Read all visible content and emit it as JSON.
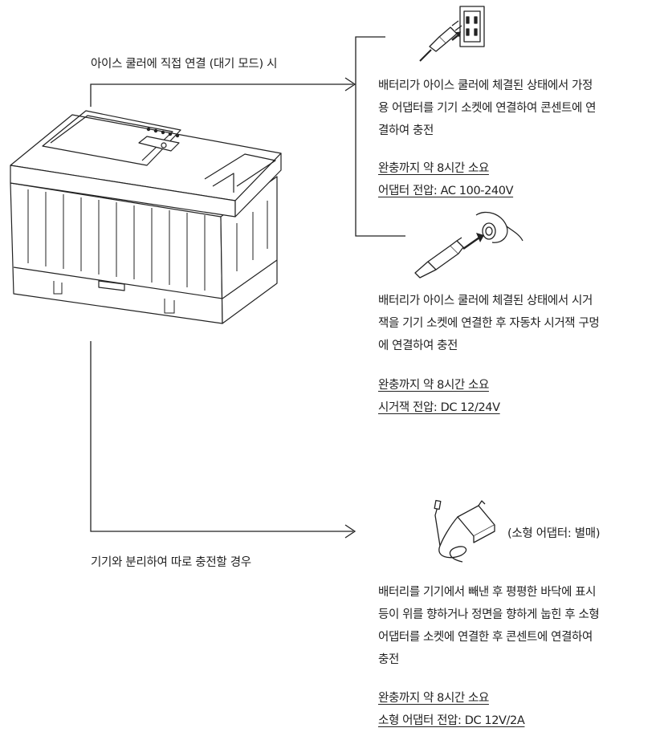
{
  "standby": {
    "label": "아이스 쿨러에 직접 연결 (대기 모드) 시"
  },
  "ac": {
    "desc": [
      "배터리가 아이스 쿨러에 체결된 상태에서 가정",
      "용 어댑터를 기기 소켓에 연결하여 콘센트에 연",
      "결하여 충전"
    ],
    "time": "완충까지 약 8시간 소요",
    "voltage": "어댑터 전압: AC 100-240V"
  },
  "car": {
    "desc": [
      "배터리가 아이스 쿨러에 체결된 상태에서 시거",
      "잭을 기기 소켓에 연결한 후 자동차 시거잭 구멍",
      "에 연결하여 충전"
    ],
    "time": "완충까지 약 8시간 소요",
    "voltage": "시거잭 전압: DC 12/24V"
  },
  "separate": {
    "label": "기기와 분리하여 따로 충전할 경우",
    "adapter_caption": "(소형 어댑터: 별매)",
    "desc": [
      "배터리를 기기에서 빼낸 후 평평한 바닥에 표시",
      "등이 위를 향하거나 정면을 향하게 눕힌 후 소형",
      "어댑터를 소켓에 연결한 후 콘센트에 연결하여",
      "충전"
    ],
    "time": "완충까지 약 8시간 소요",
    "voltage": "소형 어댑터 전압: DC 12V/2A"
  },
  "icons": [
    "wall-outlet-plug-icon",
    "car-cigarette-charger-icon",
    "small-adapter-icon",
    "battery-pack-illustration"
  ],
  "colors": {
    "line": "#222222",
    "text": "#222222",
    "background": "#ffffff"
  }
}
